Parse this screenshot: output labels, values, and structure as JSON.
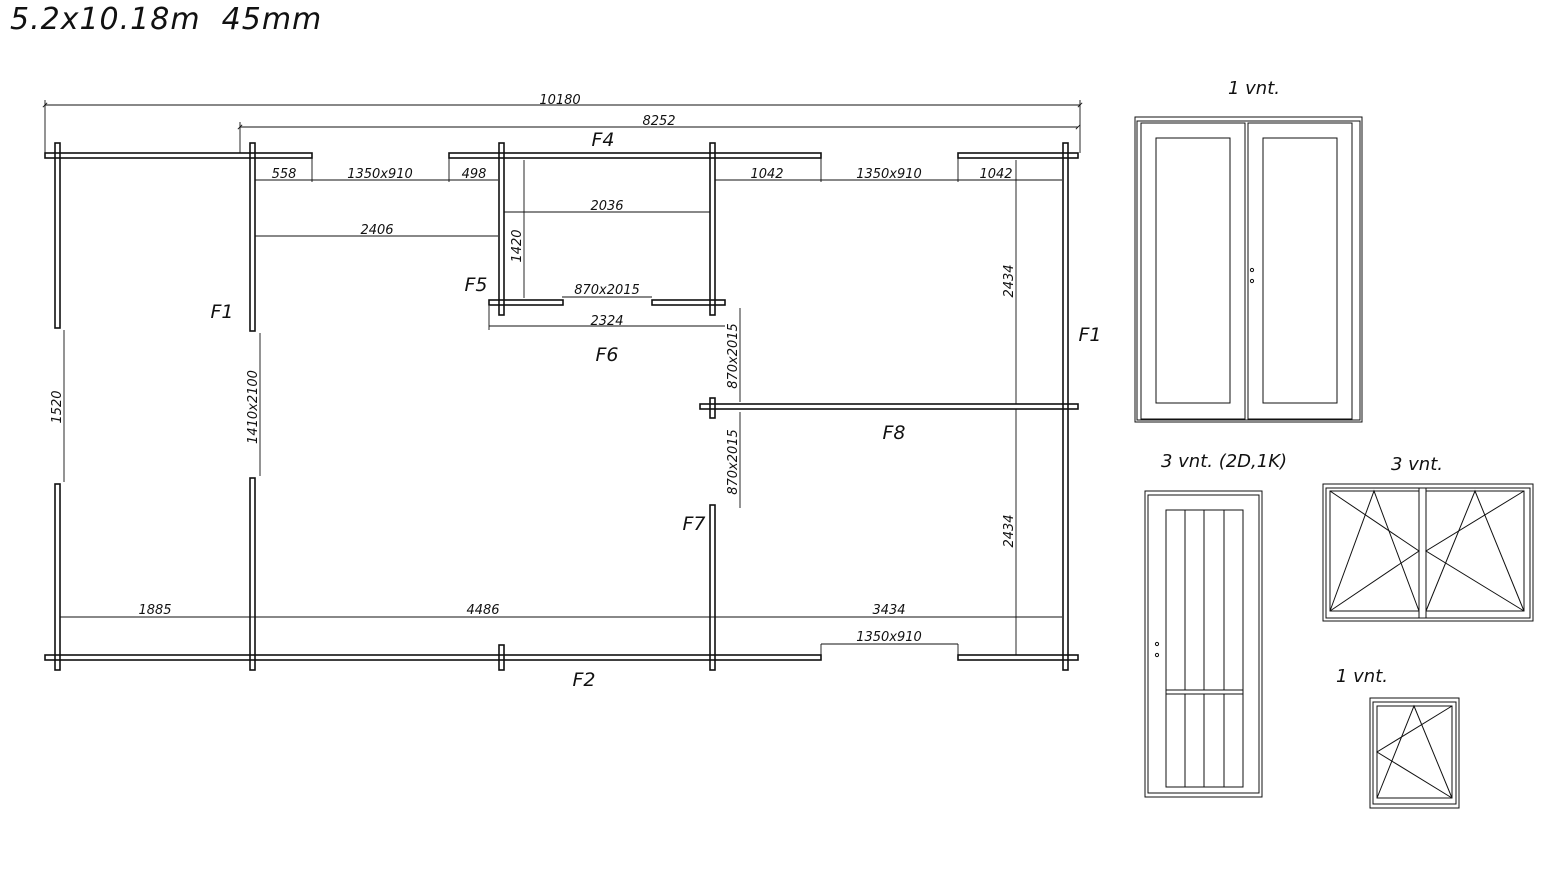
{
  "title": "5.2x10.18m  45mm",
  "dims": {
    "overall": "10180",
    "inner": "8252",
    "top_558": "558",
    "top_win1": "1350x910",
    "top_498": "498",
    "top_1042_a": "1042",
    "top_win2": "1350x910",
    "top_1042_b": "1042",
    "d2036": "2036",
    "d2406": "2406",
    "d1420": "1420",
    "door_f6": "870x2015",
    "d2324": "2324",
    "door_f7_upper": "870x2015",
    "door_f7_lower": "870x2015",
    "d1520": "1520",
    "door_f1": "1410x2100",
    "right_upper": "2434",
    "right_lower": "2434",
    "b1885": "1885",
    "b4486": "4486",
    "b3434": "3434",
    "bottom_win": "1350x910"
  },
  "walls": {
    "f1_left": "F1",
    "f1_right": "F1",
    "f2": "F2",
    "f4": "F4",
    "f5": "F5",
    "f6": "F6",
    "f7": "F7",
    "f8": "F8"
  },
  "legend": {
    "double_door": "1  vnt.",
    "single_door": "3  vnt.  (2D,1K)",
    "double_window": "3  vnt.",
    "small_window": "1  vnt."
  }
}
